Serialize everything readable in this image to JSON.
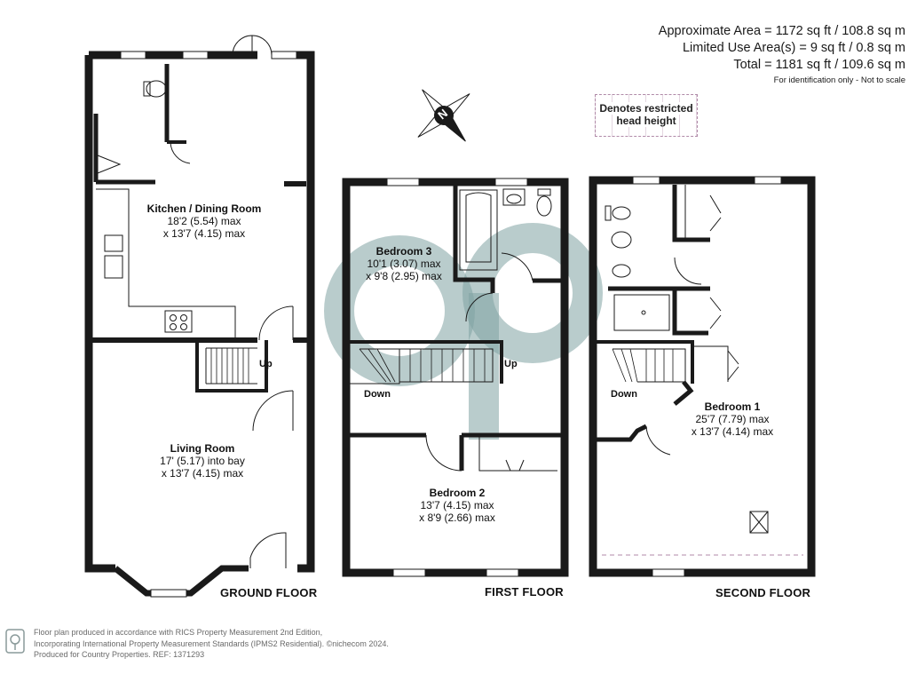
{
  "area_info": {
    "approx": "Approximate Area = 1172 sq ft / 108.8 sq m",
    "limited": "Limited Use Area(s) = 9 sq ft / 0.8 sq m",
    "total": "Total = 1181 sq ft / 109.6 sq m",
    "note": "For identification only - Not to scale"
  },
  "legend": {
    "restricted_line1": "Denotes restricted",
    "restricted_line2": "head height"
  },
  "compass": {
    "letter": "N"
  },
  "floors": {
    "ground": "GROUND FLOOR",
    "first": "FIRST FLOOR",
    "second": "SECOND FLOOR"
  },
  "rooms": {
    "kitchen": {
      "name": "Kitchen / Dining Room",
      "dim1": "18'2 (5.54) max",
      "dim2": "x 13'7 (4.15) max"
    },
    "living": {
      "name": "Living Room",
      "dim1": "17' (5.17) into bay",
      "dim2": "x 13'7 (4.15) max"
    },
    "bedroom3": {
      "name": "Bedroom 3",
      "dim1": "10'1 (3.07) max",
      "dim2": "x 9'8 (2.95) max"
    },
    "bedroom2": {
      "name": "Bedroom 2",
      "dim1": "13'7 (4.15) max",
      "dim2": "x 8'9 (2.66) max"
    },
    "bedroom1": {
      "name": "Bedroom 1",
      "dim1": "25'7 (7.79) max",
      "dim2": "x 13'7 (4.14) max"
    }
  },
  "stairs": {
    "ground_up": "Up",
    "first_down": "Down",
    "first_up": "Up",
    "second_down": "Down"
  },
  "footer": {
    "line1": "Floor plan produced in accordance with RICS Property Measurement 2nd Edition,",
    "line2": "Incorporating International Property Measurement Standards (IPMS2 Residential). ©nichecom 2024.",
    "line3": "Produced for Country Properties.   REF: 1371293"
  }
}
